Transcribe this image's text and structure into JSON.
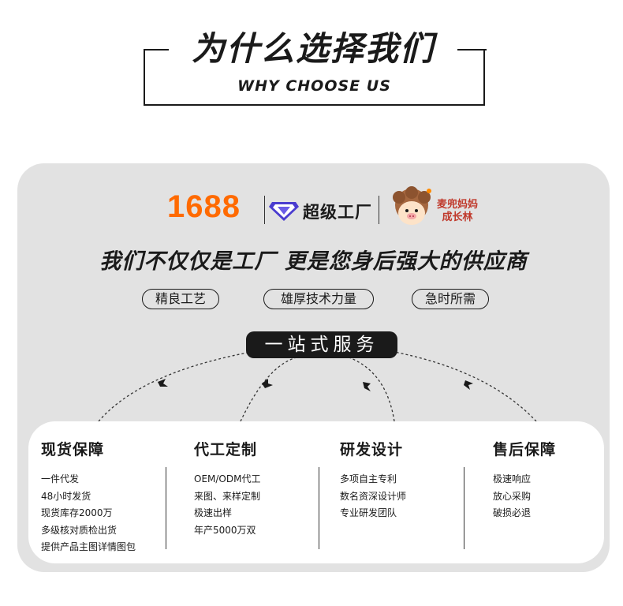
{
  "header": {
    "title": "为什么选择我们",
    "subtitle": "WHY CHOOSE US"
  },
  "logos": {
    "brand_1688": "1688",
    "super_factory": "超级工厂",
    "mascot_brand_line1": "麦兜妈妈",
    "mascot_brand_line2": "成长林"
  },
  "slogan": "我们不仅仅是工厂  更是您身后强大的供应商",
  "tags": [
    "精良工艺",
    "雄厚技术力量",
    "急时所需"
  ],
  "service_label": "一站式服务",
  "columns": [
    {
      "title": "现货保障",
      "items": [
        "一件代发",
        "48小时发货",
        "现货库存2000万",
        "多级核对质检出货",
        "提供产品主图详情图包"
      ]
    },
    {
      "title": "代工定制",
      "items": [
        "OEM/ODM代工",
        "来图、来样定制",
        "极速出样",
        "年产5000万双"
      ]
    },
    {
      "title": "研发设计",
      "items": [
        "多项自主专利",
        "数名资深设计师",
        "专业研发团队"
      ]
    },
    {
      "title": "售后保障",
      "items": [
        "极速响应",
        "放心采购",
        "破损必退"
      ]
    }
  ],
  "colors": {
    "brand_orange": "#ff6a00",
    "card_gray": "#e2e2e2",
    "text_dark": "#1a1a1a"
  }
}
